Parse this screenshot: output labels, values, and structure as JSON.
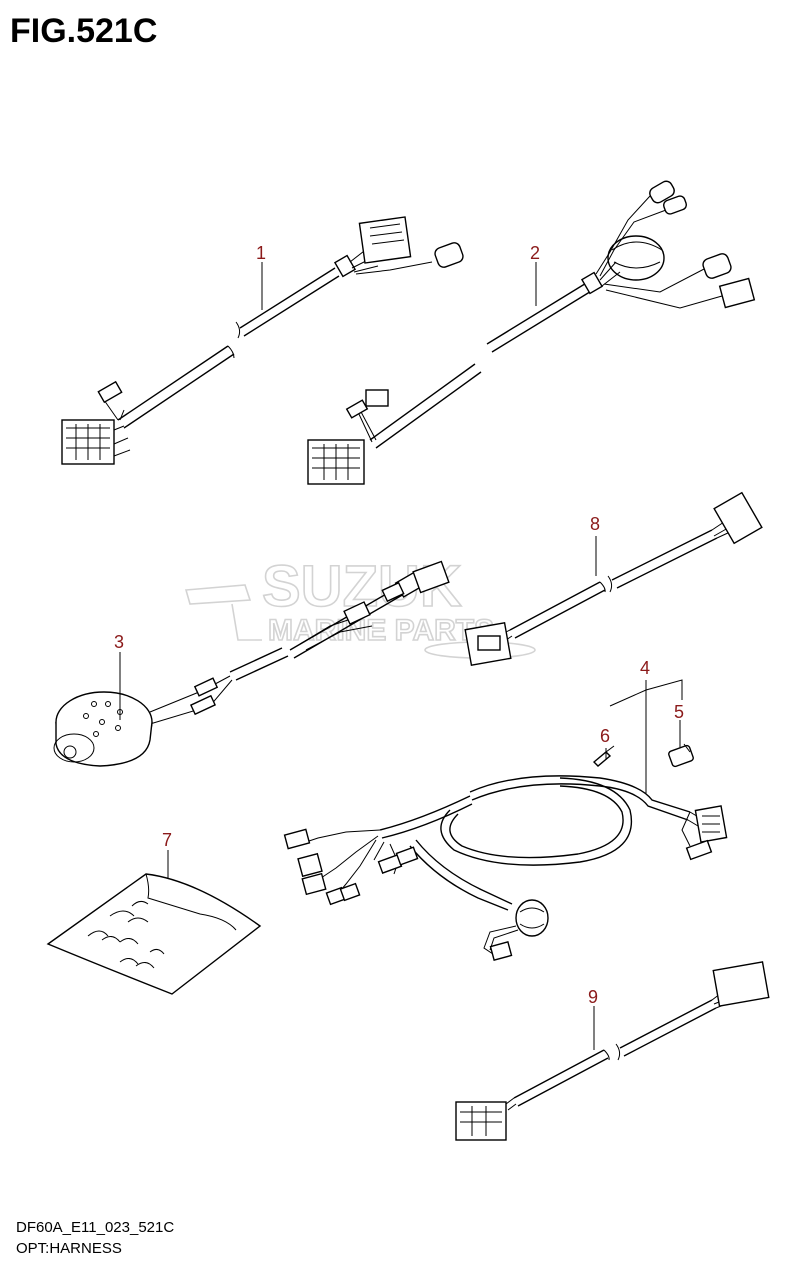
{
  "figure": {
    "title": "FIG.521C",
    "code": "DF60A_E11_023_521C",
    "name": "OPT:HARNESS"
  },
  "watermark": {
    "line1": "SUZUK",
    "line2": "MARINE PARTS"
  },
  "callouts": [
    {
      "id": "1",
      "label": "1"
    },
    {
      "id": "2",
      "label": "2"
    },
    {
      "id": "3",
      "label": "3"
    },
    {
      "id": "4",
      "label": "4"
    },
    {
      "id": "5",
      "label": "5"
    },
    {
      "id": "6",
      "label": "6"
    },
    {
      "id": "7",
      "label": "7"
    },
    {
      "id": "8",
      "label": "8"
    },
    {
      "id": "9",
      "label": "9"
    }
  ],
  "colors": {
    "callout": "#8b1a1a",
    "line": "#000000",
    "watermark": "#cfcfcf"
  }
}
